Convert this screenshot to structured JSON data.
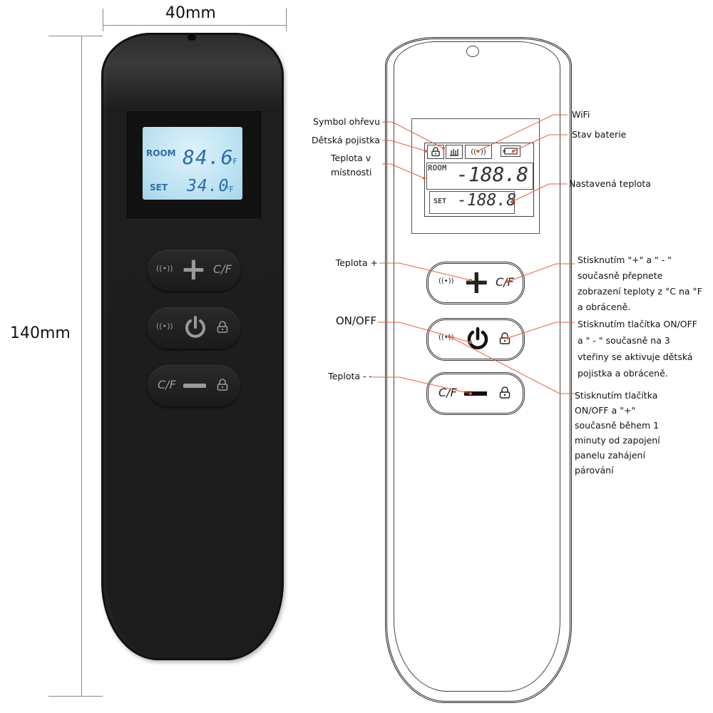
{
  "dimensions": {
    "width_label": "40mm",
    "height_label": "140mm"
  },
  "product_render": {
    "display": {
      "room_label": "ROOM",
      "room_value": "84.6",
      "room_unit": "°F",
      "set_label": "SET",
      "set_value": "34.0",
      "set_unit": "°F"
    },
    "buttons": [
      {
        "left_icon": "wifi-pairing-icon",
        "left_glyph": "((•))",
        "center_icon": "plus-icon",
        "center_glyph": "+",
        "right_label": "C/F"
      },
      {
        "left_icon": "wifi-pairing-icon",
        "left_glyph": "((•))",
        "center_icon": "power-icon",
        "center_glyph": "⏻",
        "right_icon": "lock-icon"
      },
      {
        "left_label": "C/F",
        "center_icon": "minus-icon",
        "center_glyph": "—",
        "right_icon": "lock-icon"
      }
    ]
  },
  "diagram": {
    "display": {
      "room_label": "ROOM",
      "room_value": "-188.8",
      "set_label": "SET",
      "set_value": "-188.8",
      "icons": [
        "lock-icon",
        "heating-icon",
        "wifi-icon",
        "battery-icon"
      ]
    },
    "buttons": [
      {
        "left_glyph": "((•))",
        "center_glyph": "+",
        "right_label": "C/F"
      },
      {
        "left_glyph": "((•))",
        "center_glyph": "⏻",
        "right_icon": "lock-icon"
      },
      {
        "left_label": "C/F",
        "center_glyph": "—",
        "right_icon": "lock-icon"
      }
    ]
  },
  "annotations": {
    "left": [
      {
        "id": "heating",
        "text": "Symbol ohřevu"
      },
      {
        "id": "child_lock",
        "text": "Dětská pojistka"
      },
      {
        "id": "room_temp",
        "text": "Teplota v\nmístnosti"
      },
      {
        "id": "temp_plus",
        "text": "Teplota +"
      },
      {
        "id": "onoff",
        "text": "ON/OFF"
      },
      {
        "id": "temp_minus",
        "text": "Teplota - -"
      }
    ],
    "right": [
      {
        "id": "wifi",
        "text": "WiFi"
      },
      {
        "id": "battery",
        "text": "Stav baterie"
      },
      {
        "id": "set_temp",
        "text": "Nastavená teplota"
      },
      {
        "id": "cf_switch",
        "lines": [
          "Stisknutím \"+\" a \" - \"",
          "současně přepnete",
          "zobrazení teploty z °C na °F",
          "a obráceně."
        ]
      },
      {
        "id": "child_lock_activate",
        "lines": [
          "Stisknutím tlačítka ON/OFF",
          "a \" - \" současně na 3",
          "vteřiny se aktivuje dětská",
          "pojistka a obráceně."
        ]
      },
      {
        "id": "pairing",
        "lines": [
          "Stisknutím tlačítka",
          "ON/OFF a \"+\"",
          "současně během 1",
          "minuty od zapojení",
          "panelu zahájení",
          "párování"
        ]
      }
    ]
  },
  "colors": {
    "leader": "#e8603c",
    "lcd_text": "#2a6eb0",
    "lcd_bg": "#bfe3f2",
    "remote_body": "#1c1c1c",
    "button_glyph": "#9a9a9a"
  }
}
